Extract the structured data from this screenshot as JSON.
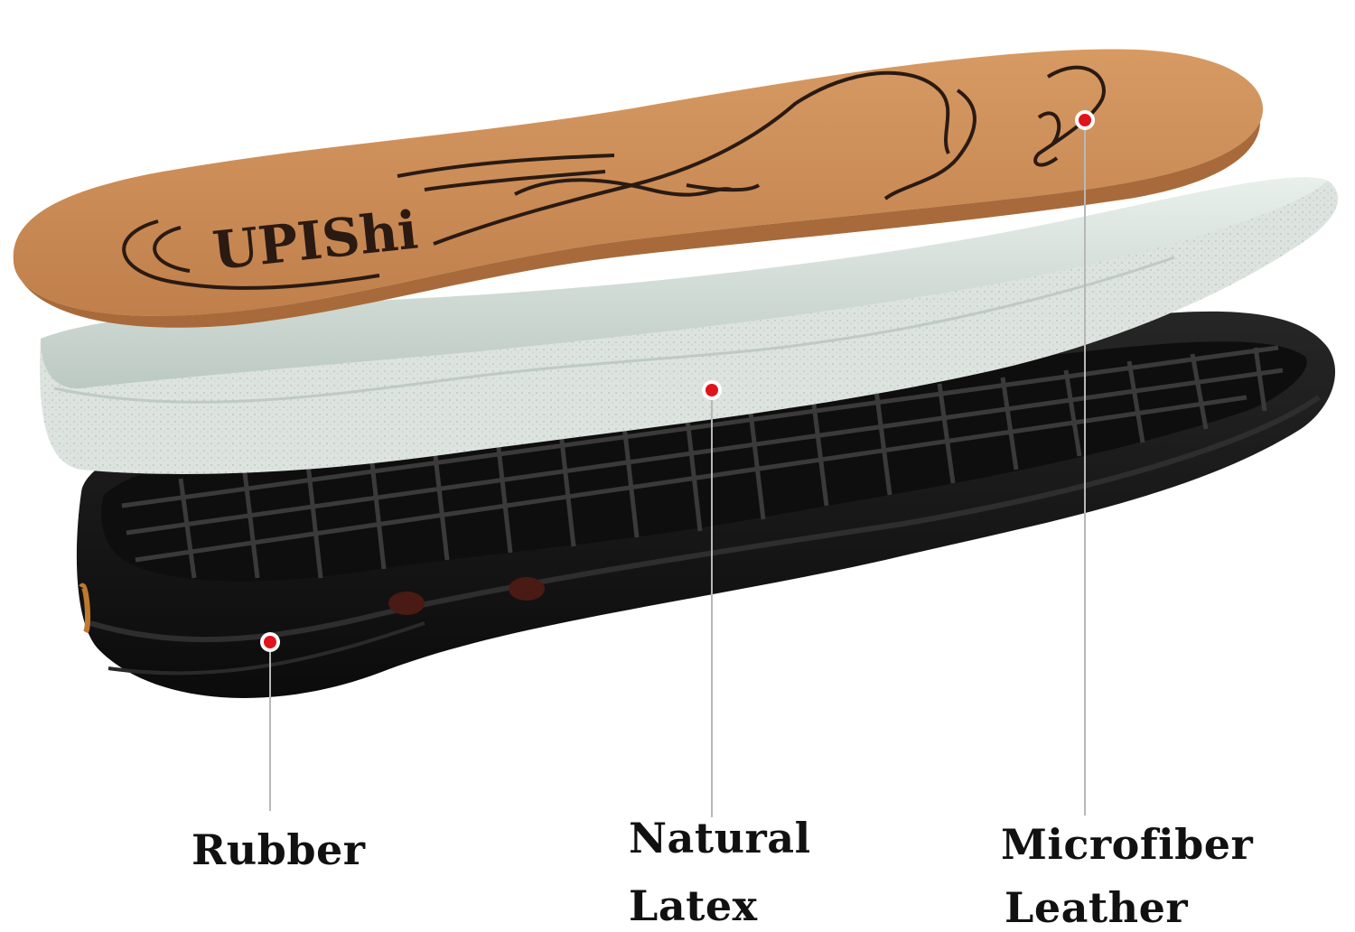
{
  "brand": "UPIShi",
  "layers": [
    {
      "name_lines": [
        "Rubber"
      ]
    },
    {
      "name_lines": [
        "Natural",
        "Latex"
      ]
    },
    {
      "name_lines": [
        "Microfiber",
        "Leather"
      ]
    }
  ],
  "colors": {
    "leather": "#c98a55",
    "latex": "#cfdad4",
    "rubber": "#111111",
    "marker": "#e0141c",
    "leader_line": "#b8b8b8"
  }
}
